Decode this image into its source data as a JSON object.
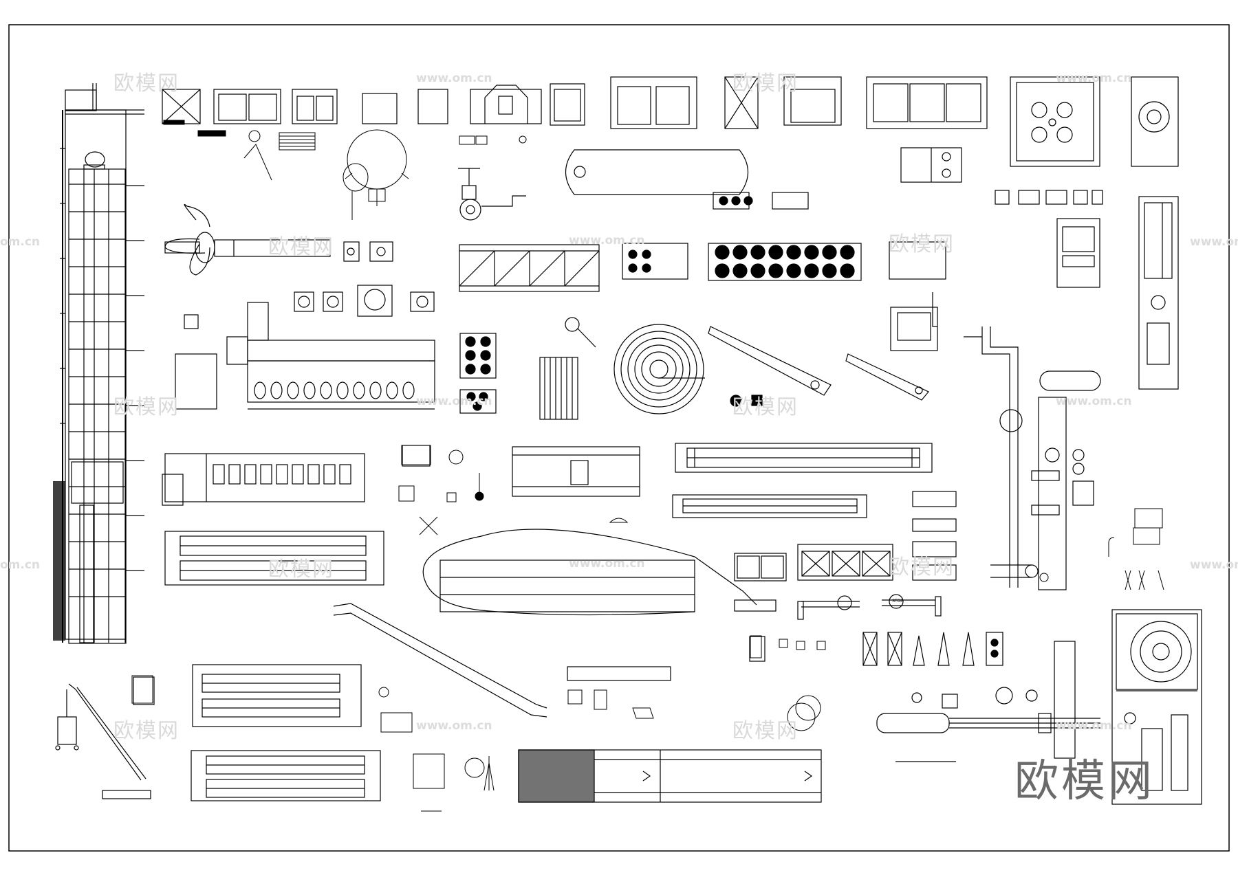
{
  "watermark": {
    "logo_text": "欧模网",
    "url_text": "www.om.cn",
    "edge_left": "om.cn",
    "edge_right": "www.om"
  },
  "labels": {
    "stop_sign": "STOP"
  },
  "colors": {
    "line": "#000000",
    "background": "#ffffff",
    "frame": "#000000",
    "watermark": "#d9d9d9",
    "watermark_big": "#6a6a6a"
  },
  "icons": [
    "building-section",
    "elevator-car",
    "propeller",
    "ship-engine",
    "escalator",
    "hose-reel",
    "pressure-tank",
    "fire-valve-pipeline",
    "fire-cabinet",
    "crane",
    "barrier-gate",
    "socket-outlet",
    "traffic-light"
  ]
}
